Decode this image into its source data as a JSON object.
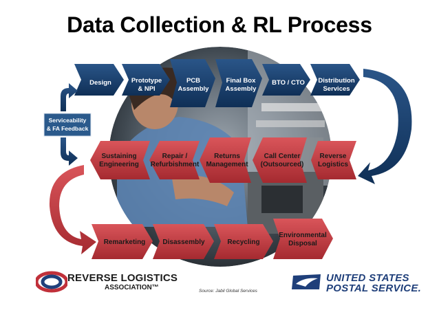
{
  "title": "Data Collection & RL Process",
  "top_row": [
    {
      "line1": "Design",
      "line2": ""
    },
    {
      "line1": "Prototype",
      "line2": "& NPI"
    },
    {
      "line1": "PCB",
      "line2": "Assembly"
    },
    {
      "line1": "Final Box",
      "line2": "Assembly"
    },
    {
      "line1": "BTO / CTO",
      "line2": ""
    },
    {
      "line1": "Distribution",
      "line2": "Services"
    }
  ],
  "feedback_box": {
    "line1": "Serviceability",
    "line2": "& FA Feedback"
  },
  "middle_row": [
    {
      "line1": "Sustaining",
      "line2": "Engineering"
    },
    {
      "line1": "Repair /",
      "line2": "Refurbishment"
    },
    {
      "line1": "Returns",
      "line2": "Management"
    },
    {
      "line1": "Call Center",
      "line2": "(Outsourced)"
    },
    {
      "line1": "Reverse",
      "line2": "Logistics"
    }
  ],
  "bottom_row": [
    {
      "line1": "Remarketing",
      "line2": ""
    },
    {
      "line1": "Disassembly",
      "line2": ""
    },
    {
      "line1": "Recycling",
      "line2": ""
    },
    {
      "line1": "Environmental",
      "line2": "Disposal"
    }
  ],
  "footer": {
    "rla_name": "REVERSE LOGISTICS",
    "rla_sub": "ASSOCIATION™",
    "source": "Source: Jabil Global Services",
    "usps_line1": "UNITED STATES",
    "usps_line2": "POSTAL SERVICE."
  },
  "colors": {
    "blue_arrow": "#173f6e",
    "red_arrow": "#c43a3f",
    "feedback_box": "#2b5a8c"
  }
}
